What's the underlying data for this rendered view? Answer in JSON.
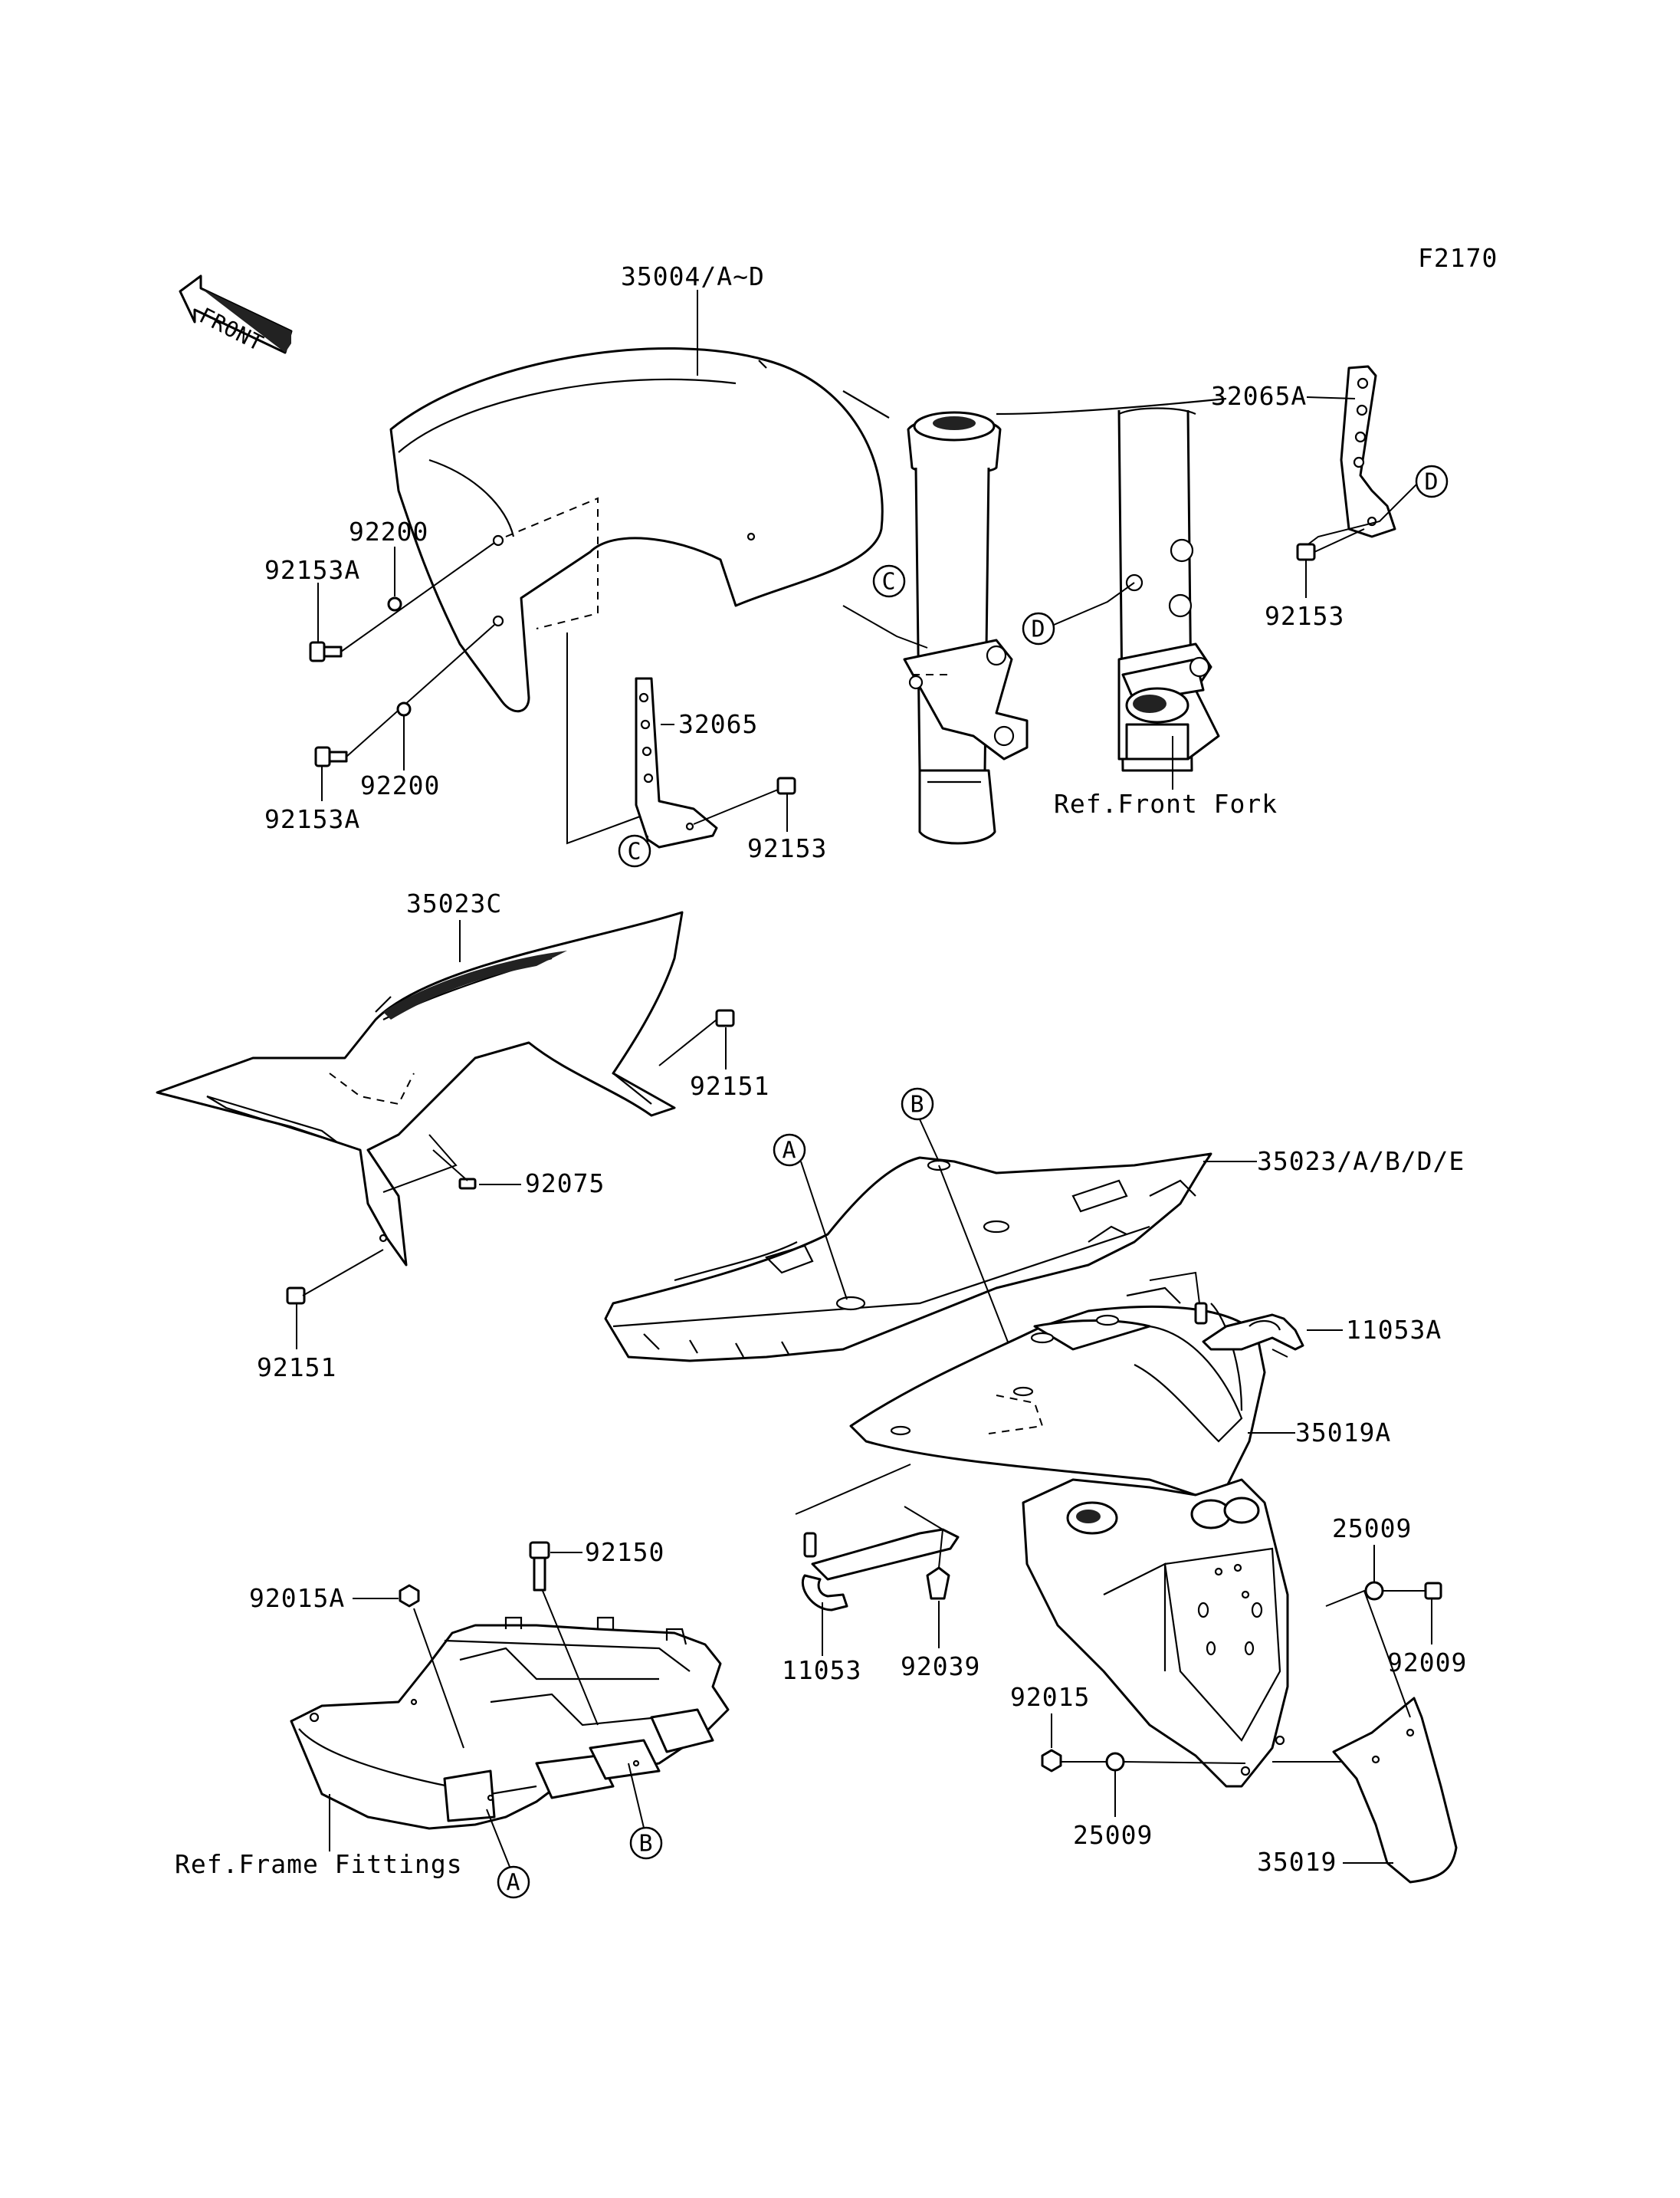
{
  "figure_code": "F2170",
  "front_arrow": {
    "label": "FRONT"
  },
  "part_labels": {
    "p35004": "35004/A~D",
    "p32065A": "32065A",
    "p92200_upper": "92200",
    "p92153A_upper": "92153A",
    "p32065": "32065",
    "p92200_lower": "92200",
    "p92153A_lower": "92153A",
    "p92153_left": "92153",
    "p92153_right": "92153",
    "p35023C": "35023C",
    "p92151_upper": "92151",
    "p92075": "92075",
    "p92151_lower": "92151",
    "p35023ABDE": "35023/A/B/D/E",
    "p11053A": "11053A",
    "p35019A": "35019A",
    "p92150": "92150",
    "p92015A": "92015A",
    "p25009_upper": "25009",
    "p92009": "92009",
    "p11053": "11053",
    "p92039": "92039",
    "p92015": "92015",
    "p25009_lower": "25009",
    "p35019": "35019"
  },
  "reference_labels": {
    "front_fork": "Ref.Front Fork",
    "frame_fittings": "Ref.Frame Fittings"
  },
  "callouts": {
    "C_left": "C",
    "C_fork": "C",
    "D_left": "D",
    "D_right": "D",
    "A_top": "A",
    "B_top": "B",
    "A_bottom": "A",
    "B_bottom": "B"
  }
}
